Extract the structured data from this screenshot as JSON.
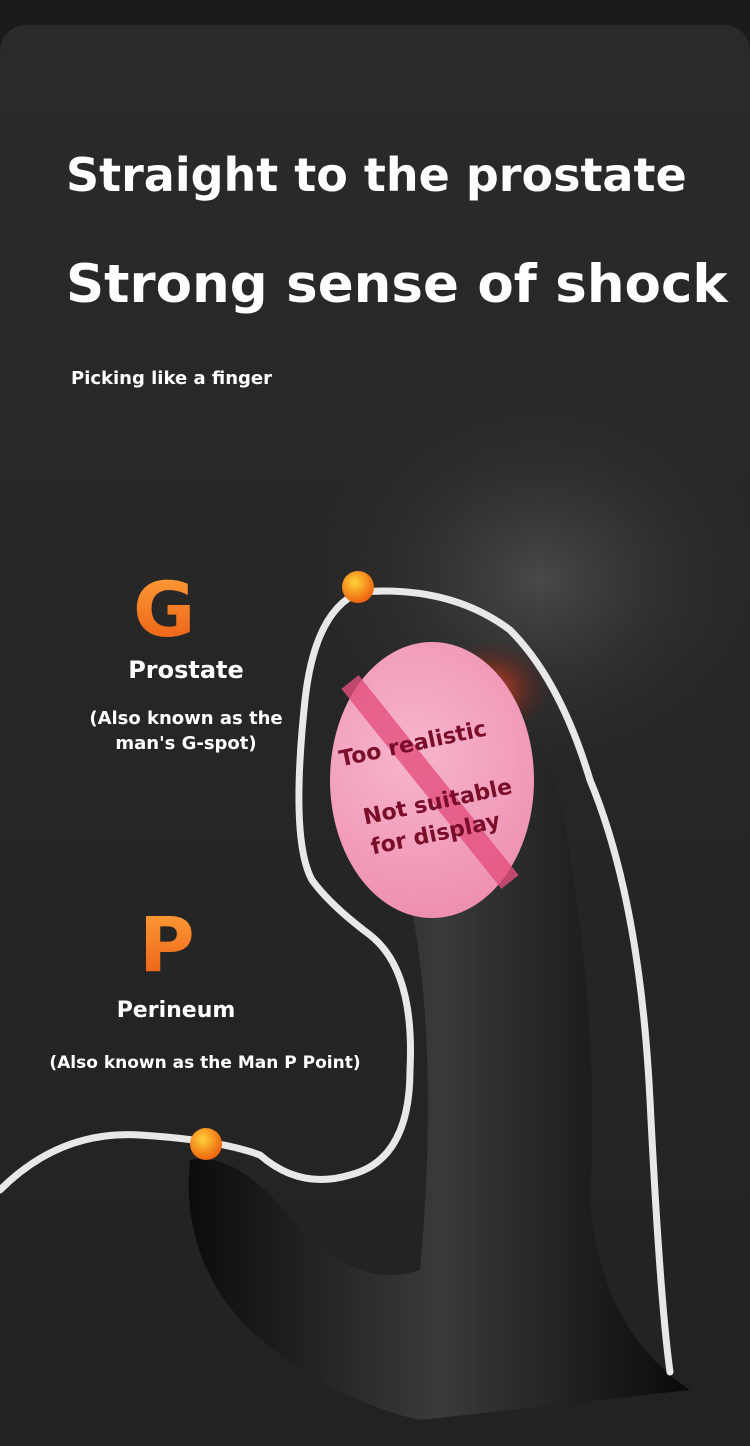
{
  "headline": "Straight to the prostate",
  "subheadline": "Strong sense of shock",
  "tagline": "Picking like a finger",
  "points": [
    {
      "letter": "G",
      "name": "Prostate",
      "note": "(Also known as the man's G-spot)"
    },
    {
      "letter": "P",
      "name": "Perineum",
      "note": "(Also known as the Man P Point)"
    }
  ],
  "censor": {
    "line1": "Too realistic",
    "line2": "Not suitable",
    "line3": "for display"
  },
  "colors": {
    "accent": "#f07a1f",
    "censor": "#ee8fb2",
    "background": "#262626"
  }
}
